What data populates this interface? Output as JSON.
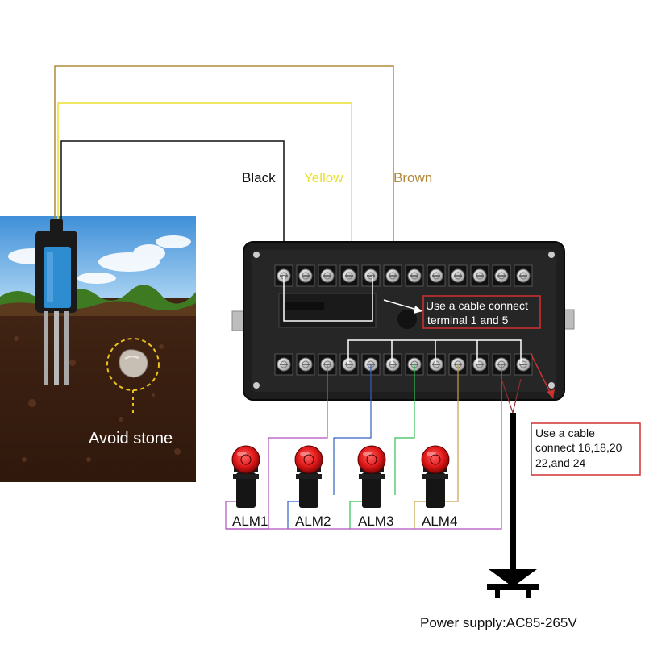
{
  "wire_labels": {
    "black": "Black",
    "yellow": "Yellow",
    "brown": "Brown"
  },
  "notes": {
    "top_note_line1": "Use a cable connect",
    "top_note_line2": "terminal 1 and 5",
    "side_note_line1": "Use a cable",
    "side_note_line2": "connect 16,18,20",
    "side_note_line3": "22,and 24"
  },
  "sensor_caption": "Avoid stone",
  "alarms": [
    "ALM1",
    "ALM2",
    "ALM3",
    "ALM4"
  ],
  "power_supply": "Power supply:AC85-265V",
  "colors": {
    "black_wire": "#111111",
    "yellow_wire": "#e8e030",
    "brown_wire": "#b08a3a",
    "alarm_wire_1": "#b050c0",
    "alarm_wire_2": "#3060c0",
    "alarm_wire_3": "#30c050",
    "alarm_wire_4": "#c8a048",
    "note_border": "#d03030"
  }
}
